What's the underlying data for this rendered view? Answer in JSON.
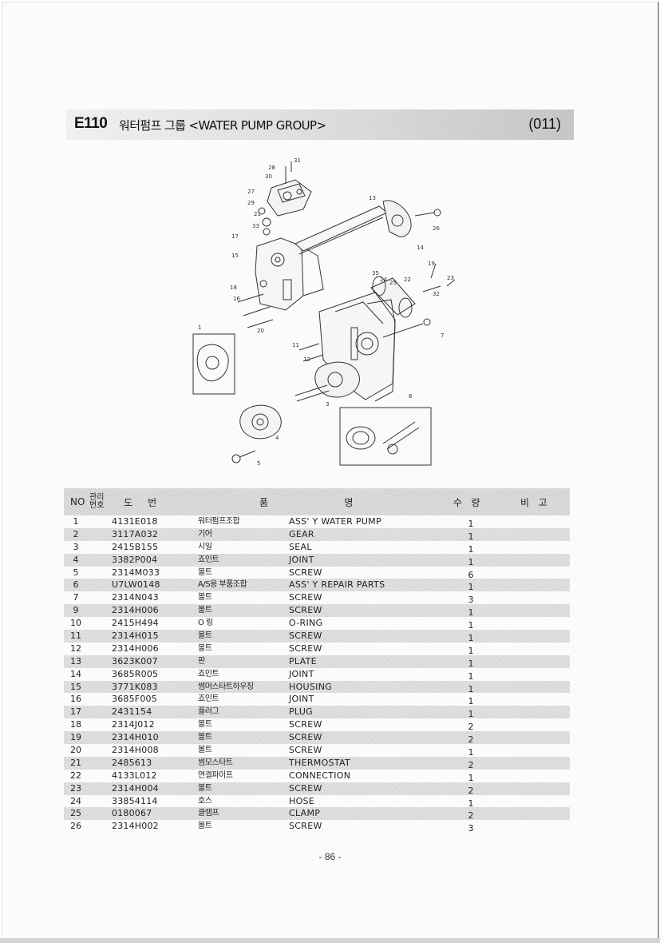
{
  "header": {
    "code": "E110",
    "title": "워터펌프 그룹 <WATER PUMP GROUP>",
    "page_code": "(011)"
  },
  "table": {
    "columns": {
      "no": "NO",
      "mgmt_line1": "관리",
      "mgmt_line2": "번호",
      "drawing_no": "도     번",
      "name": "품                         명",
      "qty": "수   량",
      "remark": "비   고"
    },
    "rows": [
      {
        "no": "1",
        "part_no": "4131E018",
        "name_kr": "워터펌프조합",
        "name_en": "ASS' Y WATER PUMP",
        "qty": "1"
      },
      {
        "no": "2",
        "part_no": "3117A032",
        "name_kr": "기어",
        "name_en": "GEAR",
        "qty": "1"
      },
      {
        "no": "3",
        "part_no": "2415B155",
        "name_kr": "시일",
        "name_en": "SEAL",
        "qty": "1"
      },
      {
        "no": "4",
        "part_no": "3382P004",
        "name_kr": "죠인트",
        "name_en": "JOINT",
        "qty": "1"
      },
      {
        "no": "5",
        "part_no": "2314M033",
        "name_kr": "볼트",
        "name_en": "SCREW",
        "qty": "6"
      },
      {
        "no": "6",
        "part_no": "U7LW0148",
        "name_kr": "A/S용 부품조합",
        "name_en": "ASS' Y REPAIR PARTS",
        "qty": "1"
      },
      {
        "no": "7",
        "part_no": "2314N043",
        "name_kr": "볼트",
        "name_en": "SCREW",
        "qty": "3"
      },
      {
        "no": "9",
        "part_no": "2314H006",
        "name_kr": "볼트",
        "name_en": "SCREW",
        "qty": "1"
      },
      {
        "no": "10",
        "part_no": "2415H494",
        "name_kr": "O 링",
        "name_en": "O-RING",
        "qty": "1"
      },
      {
        "no": "11",
        "part_no": "2314H015",
        "name_kr": "볼트",
        "name_en": "SCREW",
        "qty": "1"
      },
      {
        "no": "12",
        "part_no": "2314H006",
        "name_kr": "볼트",
        "name_en": "SCREW",
        "qty": "1"
      },
      {
        "no": "13",
        "part_no": "3623K007",
        "name_kr": "판",
        "name_en": "PLATE",
        "qty": "1"
      },
      {
        "no": "14",
        "part_no": "3685R005",
        "name_kr": "죠인트",
        "name_en": "JOINT",
        "qty": "1"
      },
      {
        "no": "15",
        "part_no": "3771K083",
        "name_kr": "썸머스타트하우징",
        "name_en": "HOUSING",
        "qty": "1"
      },
      {
        "no": "16",
        "part_no": "3685F005",
        "name_kr": "죠인트",
        "name_en": "JOINT",
        "qty": "1"
      },
      {
        "no": "17",
        "part_no": "2431154",
        "name_kr": "플러그",
        "name_en": "PLUG",
        "qty": "1"
      },
      {
        "no": "18",
        "part_no": "2314J012",
        "name_kr": "볼트",
        "name_en": "SCREW",
        "qty": "2"
      },
      {
        "no": "19",
        "part_no": "2314H010",
        "name_kr": "볼트",
        "name_en": "SCREW",
        "qty": "2"
      },
      {
        "no": "20",
        "part_no": "2314H008",
        "name_kr": "볼트",
        "name_en": "SCREW",
        "qty": "1"
      },
      {
        "no": "21",
        "part_no": "2485613",
        "name_kr": "썸모스타트",
        "name_en": "THERMOSTAT",
        "qty": "2"
      },
      {
        "no": "22",
        "part_no": "4133L012",
        "name_kr": "연결파이프",
        "name_en": "CONNECTION",
        "qty": "1"
      },
      {
        "no": "23",
        "part_no": "2314H004",
        "name_kr": "볼트",
        "name_en": "SCREW",
        "qty": "2"
      },
      {
        "no": "24",
        "part_no": "33854114",
        "name_kr": "호스",
        "name_en": "HOSE",
        "qty": "1"
      },
      {
        "no": "25",
        "part_no": "0180067",
        "name_kr": "클램프",
        "name_en": "CLAMP",
        "qty": "2"
      },
      {
        "no": "26",
        "part_no": "2314H002",
        "name_kr": "볼트",
        "name_en": "SCREW",
        "qty": "3"
      }
    ]
  },
  "diagram": {
    "callouts": [
      "31",
      "28",
      "30",
      "27",
      "29",
      "21",
      "33",
      "17",
      "15",
      "13",
      "26",
      "14",
      "19",
      "35",
      "24",
      "25",
      "22",
      "23",
      "32",
      "18",
      "16",
      "20",
      "7",
      "1",
      "11",
      "12",
      "3",
      "6",
      "4",
      "5"
    ]
  },
  "footer": {
    "page_number": "- 86 -"
  }
}
